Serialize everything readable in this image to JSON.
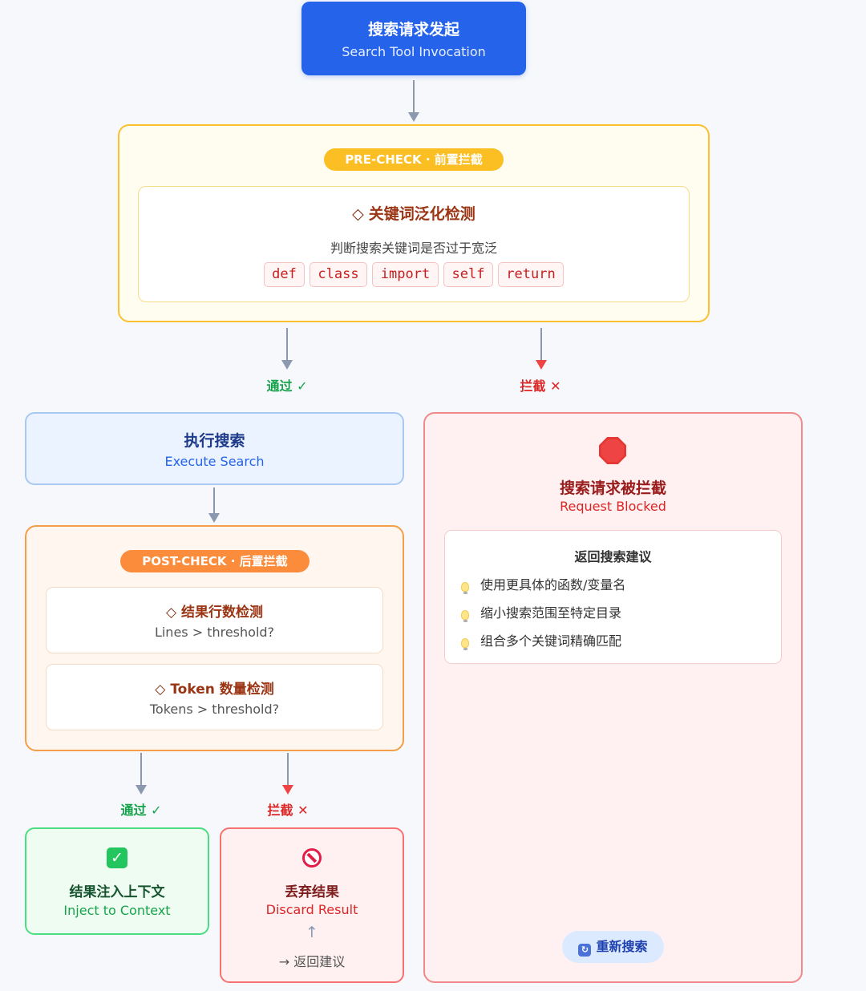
{
  "start": {
    "title_zh": "搜索请求发起",
    "title_en": "Search Tool Invocation"
  },
  "precheck": {
    "badge": "PRE-CHECK · 前置拦截",
    "check_title": "关键词泛化检测",
    "description": "判断搜索关键词是否过于宽泛",
    "keywords": [
      "def",
      "class",
      "import",
      "self",
      "return"
    ]
  },
  "branch_labels": {
    "pass": "通过 ✓",
    "block": "拦截 ✕"
  },
  "execute": {
    "title_zh": "执行搜索",
    "title_en": "Execute Search"
  },
  "postcheck": {
    "badge": "POST-CHECK · 后置拦截",
    "checks": [
      {
        "title": "结果行数检测",
        "condition": "Lines > threshold?"
      },
      {
        "title": "Token 数量检测",
        "condition": "Tokens > threshold?"
      }
    ]
  },
  "inject": {
    "title_zh": "结果注入上下文",
    "title_en": "Inject to Context"
  },
  "discard": {
    "title_zh": "丢弃结果",
    "title_en": "Discard Result",
    "note": "→ 返回建议"
  },
  "blocked": {
    "title_zh": "搜索请求被拦截",
    "title_en": "Request Blocked",
    "suggestions_title": "返回搜索建议",
    "suggestions": [
      "使用更具体的函数/变量名",
      "缩小搜索范围至特定目录",
      "组合多个关键词精确匹配"
    ],
    "retry_label": "重新搜索"
  },
  "colors": {
    "start": "#2563eb",
    "precheck_border": "#fbc02d",
    "postcheck_border": "#f59e4a",
    "pass": "#16a34a",
    "block": "#dc2626",
    "inject_border": "#4ade80",
    "blocked_border": "#f08a8a"
  },
  "icons": {
    "check_marker": "diamond-icon",
    "blocked": "stop-sign-icon",
    "inject": "check-mark-icon",
    "discard": "no-entry-icon",
    "suggestion": "lightbulb-icon",
    "retry": "refresh-icon"
  }
}
